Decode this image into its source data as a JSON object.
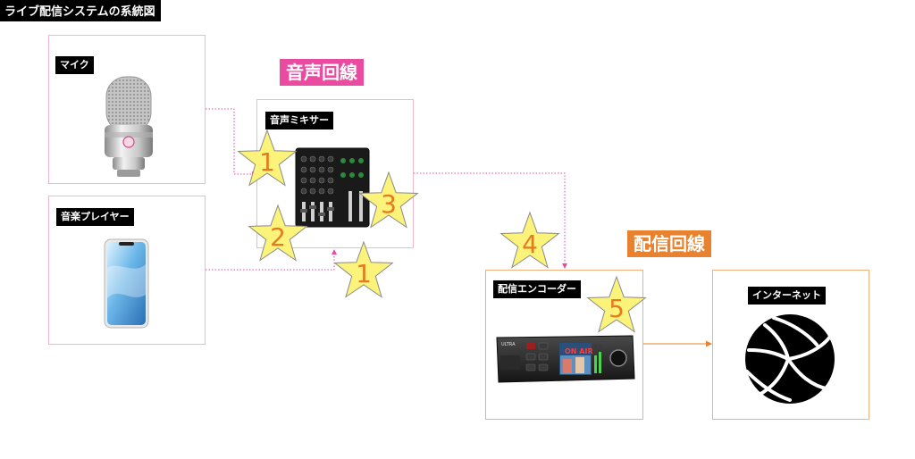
{
  "title": "ライブ配信システムの系統図",
  "headings": {
    "audio_line": "音声回線",
    "stream_line": "配信回線"
  },
  "nodes": {
    "mic": {
      "label": "マイク"
    },
    "music_player": {
      "label": "音楽プレイヤー"
    },
    "mixer": {
      "label": "音声ミキサー"
    },
    "encoder": {
      "label": "配信エンコーダー"
    },
    "internet": {
      "label": "インターネット"
    }
  },
  "stars": [
    {
      "number": "1"
    },
    {
      "number": "2"
    },
    {
      "number": "3"
    },
    {
      "number": "1"
    },
    {
      "number": "4"
    },
    {
      "number": "5"
    }
  ],
  "encoder_screen": {
    "brand": "ULTRA",
    "on_air": "ON AIR"
  },
  "colors": {
    "pink": "#ea4aa0",
    "orange": "#e9822e",
    "star_fill": "#fbf37a",
    "star_number": "#e57a1f"
  }
}
